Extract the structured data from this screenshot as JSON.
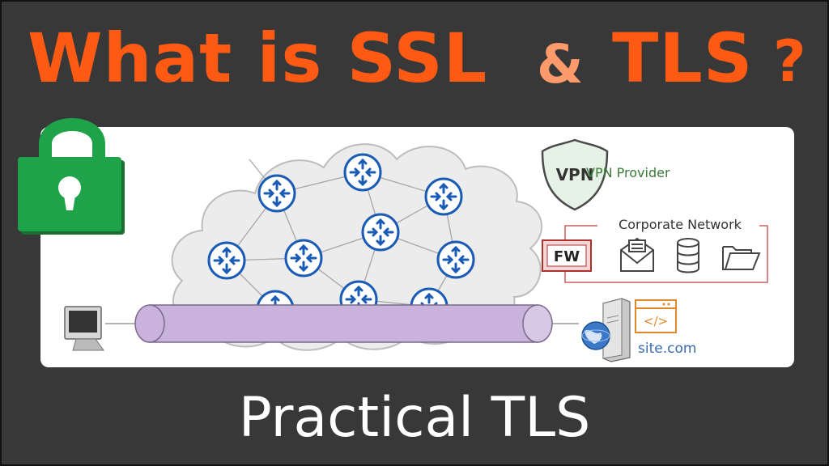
{
  "title": {
    "part1": "What is SSL",
    "amp": "&",
    "part2": "TLS",
    "qmark": "?"
  },
  "footer": {
    "text": "Practical TLS"
  },
  "diagram": {
    "vpn_badge": "VPN",
    "vpn_label": "VPN Provider",
    "corporate_label": "Corporate Network",
    "firewall_label": "FW",
    "code_icon_text": "</>",
    "site_label": "site.com"
  },
  "colors": {
    "title": "#ff5a14",
    "ampersand": "#ff9a6a",
    "lock": "#1fa34a",
    "tunnel": "#c9b3dc",
    "router": "#1a5bb5",
    "corporate": "#b03030",
    "vpn_text": "#3a7a3a",
    "site_orange": "#e0892a"
  },
  "icons": [
    "padlock-icon",
    "router-icon",
    "vpn-shield-icon",
    "firewall-icon",
    "mail-icon",
    "database-icon",
    "folder-icon",
    "monitor-icon",
    "server-icon",
    "globe-icon",
    "code-window-icon"
  ]
}
